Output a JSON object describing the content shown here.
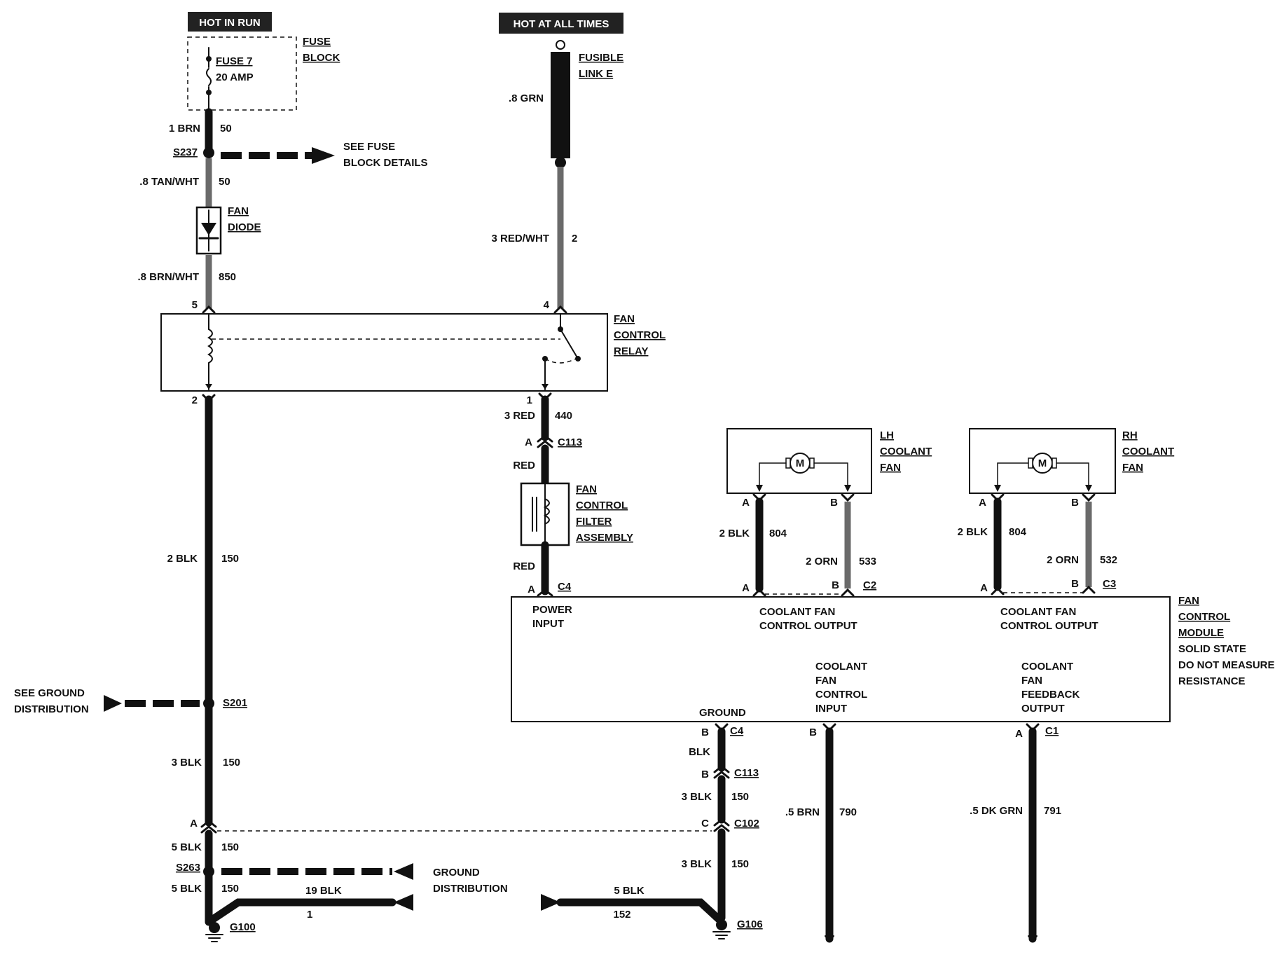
{
  "banners": {
    "hot_in_run": "HOT IN RUN",
    "hot_at_all_times": "HOT AT ALL TIMES"
  },
  "fuse_block": {
    "title1": "FUSE",
    "title2": "BLOCK",
    "fuse": "FUSE 7",
    "amp": "20 AMP"
  },
  "fusible_link": {
    "line1": "FUSIBLE",
    "line2": "LINK E",
    "wire": ".8 GRN"
  },
  "left_wires": {
    "w1_color": "1 BRN",
    "w1_circuit": "50",
    "splice_s237": "S237",
    "see_fuse_1": "SEE FUSE",
    "see_fuse_2": "BLOCK DETAILS",
    "w2_color": ".8 TAN/WHT",
    "w2_circuit": "50",
    "diode_1": "FAN",
    "diode_2": "DIODE",
    "w3_color": ".8 BRN/WHT",
    "w3_circuit": "850",
    "pin5": "5",
    "pin2": "2",
    "w4_color": "2 BLK",
    "w4_circuit": "150",
    "see_ground_1": "SEE GROUND",
    "see_ground_2": "DISTRIBUTION",
    "splice_s201": "S201",
    "w5_color": "3 BLK",
    "w5_circuit": "150",
    "pinA": "A",
    "w6_color": "5 BLK",
    "w6_circuit": "150",
    "splice_s263": "S263",
    "w7_color": "5 BLK",
    "w7_circuit": "150",
    "w8_color": "19 BLK",
    "w8_circuit": "1",
    "ground_g100": "G100"
  },
  "ground_distribution": {
    "line1": "GROUND",
    "line2": "DISTRIBUTION"
  },
  "relay": {
    "line1": "FAN",
    "line2": "CONTROL",
    "line3": "RELAY"
  },
  "relay_right": {
    "w_color": "3 RED/WHT",
    "w_circuit": "2",
    "pin4": "4",
    "pin1": "1",
    "out_color": "3 RED",
    "out_circuit": "440",
    "c113_pin": "A",
    "c113": "C113",
    "red1": "RED",
    "filter_1": "FAN",
    "filter_2": "CONTROL",
    "filter_3": "FILTER",
    "filter_4": "ASSEMBLY",
    "red2": "RED",
    "c4_pin": "A",
    "c4": "C4"
  },
  "lh_fan": {
    "line1": "LH",
    "line2": "COOLANT",
    "line3": "FAN",
    "motor": "M",
    "pinA": "A",
    "pinB": "B",
    "wa_color": "2 BLK",
    "wa_circuit": "804",
    "wb_color": "2 ORN",
    "wb_circuit": "533",
    "c2_pinA": "A",
    "c2_pinB": "B",
    "c2": "C2"
  },
  "rh_fan": {
    "line1": "RH",
    "line2": "COOLANT",
    "line3": "FAN",
    "motor": "M",
    "pinA": "A",
    "pinB": "B",
    "wa_color": "2 BLK",
    "wa_circuit": "804",
    "wb_color": "2 ORN",
    "wb_circuit": "532",
    "c3_pinA": "A",
    "c3_pinB": "B",
    "c3": "C3"
  },
  "module": {
    "line1": "FAN",
    "line2": "CONTROL",
    "line3": "MODULE",
    "note1": "SOLID STATE",
    "note2": "DO NOT MEASURE",
    "note3": "RESISTANCE",
    "power_1": "POWER",
    "power_2": "INPUT",
    "out1_1": "COOLANT FAN",
    "out1_2": "CONTROL OUTPUT",
    "out2_1": "COOLANT FAN",
    "out2_2": "CONTROL OUTPUT",
    "in_1": "COOLANT",
    "in_2": "FAN",
    "in_3": "CONTROL",
    "in_4": "INPUT",
    "fb_1": "COOLANT",
    "fb_2": "FAN",
    "fb_3": "FEEDBACK",
    "fb_4": "OUTPUT",
    "ground": "GROUND"
  },
  "ground_path": {
    "c4_pin": "B",
    "c4": "C4",
    "w1_color": "BLK",
    "c113_pin": "B",
    "c113": "C113",
    "w2_color": "3 BLK",
    "w2_circuit": "150",
    "c102_pin": "C",
    "c102": "C102",
    "w3_color": "3 BLK",
    "w3_circuit": "150",
    "w4_color": "5 BLK",
    "w4_circuit": "152",
    "ground_g106": "G106"
  },
  "module_outputs": {
    "b_pin": "B",
    "b_color": ".5 BRN",
    "b_circuit": "790",
    "a_pin": "A",
    "c1": "C1",
    "a_color": ".5 DK GRN",
    "a_circuit": "791"
  }
}
